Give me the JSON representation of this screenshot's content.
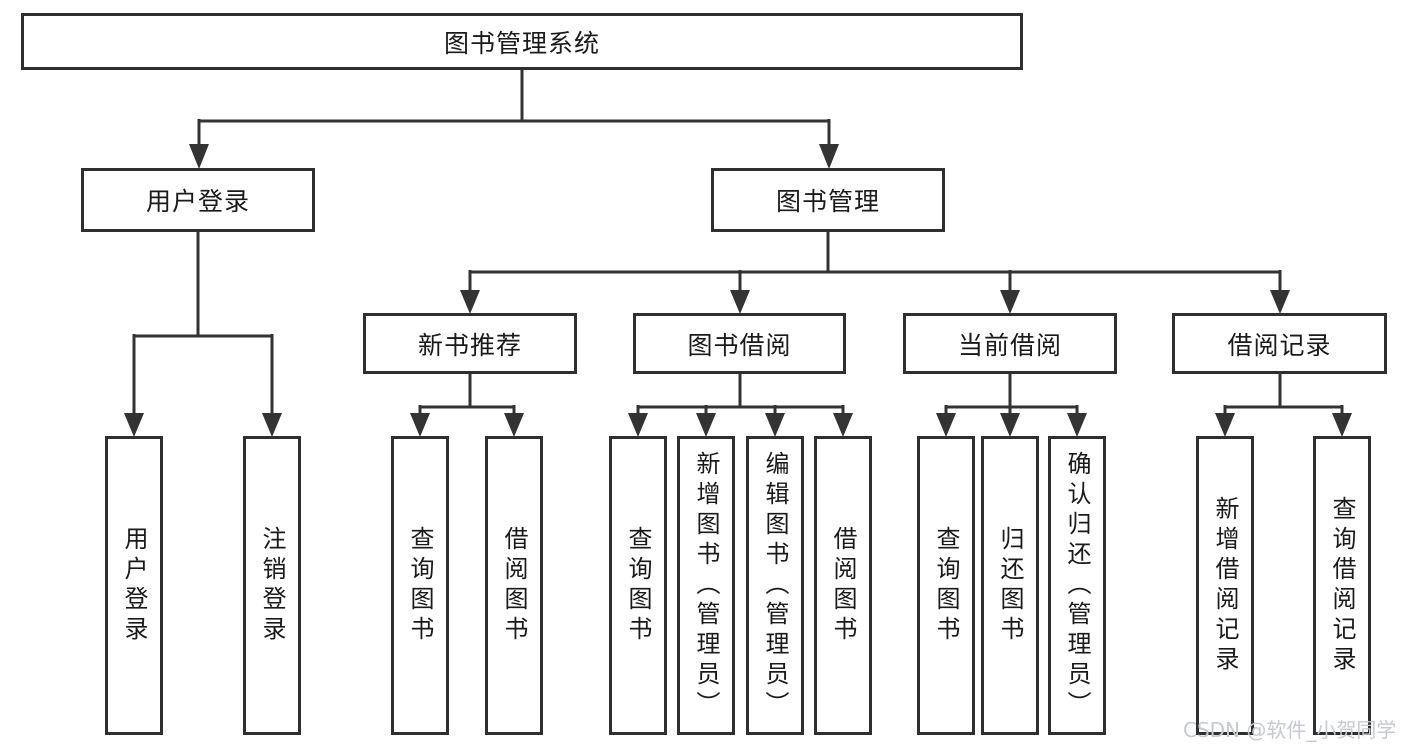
{
  "diagram": {
    "nodes": {
      "root": "图书管理系统",
      "user_login": "用户登录",
      "book_mgmt": "图书管理",
      "new_book": "新书推荐",
      "book_borrow": "图书借阅",
      "current_borrow": "当前借阅",
      "borrow_record": "借阅记录"
    },
    "leaves": [
      {
        "label": "用户登录"
      },
      {
        "label": "注销登录"
      },
      {
        "label": "查询图书"
      },
      {
        "label": "借阅图书"
      },
      {
        "label": "查询图书"
      },
      {
        "label": "新增图书（管理员）"
      },
      {
        "label": "编辑图书（管理员）"
      },
      {
        "label": "借阅图书"
      },
      {
        "label": "查询图书"
      },
      {
        "label": "归还图书"
      },
      {
        "label": "确认归还（管理员）"
      },
      {
        "label": "新增借阅记录"
      },
      {
        "label": "查询借阅记录"
      }
    ],
    "watermark": "CSDN @软件_小贺同学",
    "colors": {
      "line": "#333333",
      "border": "#2f2f2f",
      "text": "#1a1a1a",
      "watermark": "#c6c9ce",
      "background": "#ffffff"
    }
  }
}
